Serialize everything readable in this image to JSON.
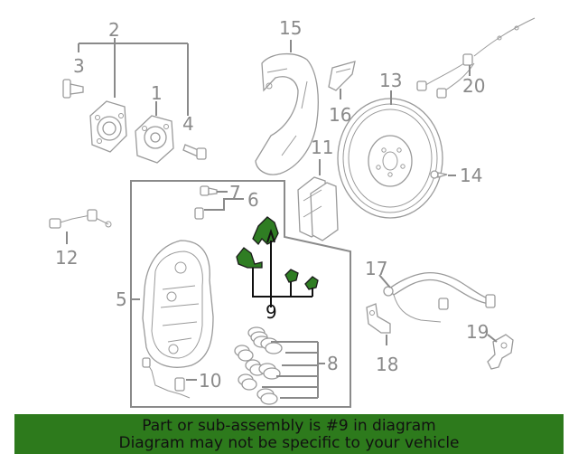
{
  "callouts": {
    "c1": "1",
    "c2": "2",
    "c3": "3",
    "c4": "4",
    "c5": "5",
    "c6": "6",
    "c7": "7",
    "c8": "8",
    "c9": "9",
    "c10": "10",
    "c11": "11",
    "c12": "12",
    "c13": "13",
    "c14": "14",
    "c15": "15",
    "c16": "16",
    "c17": "17",
    "c18": "18",
    "c19": "19",
    "c20": "20"
  },
  "highlighted_part": "9",
  "colors": {
    "highlight": "#2f7d23",
    "banner": "#2d7a1c",
    "line": "#8a8a8a"
  },
  "banner": {
    "line1": "Part or sub-assembly is #9 in diagram",
    "line2": "Diagram may not be specific to your vehicle"
  }
}
